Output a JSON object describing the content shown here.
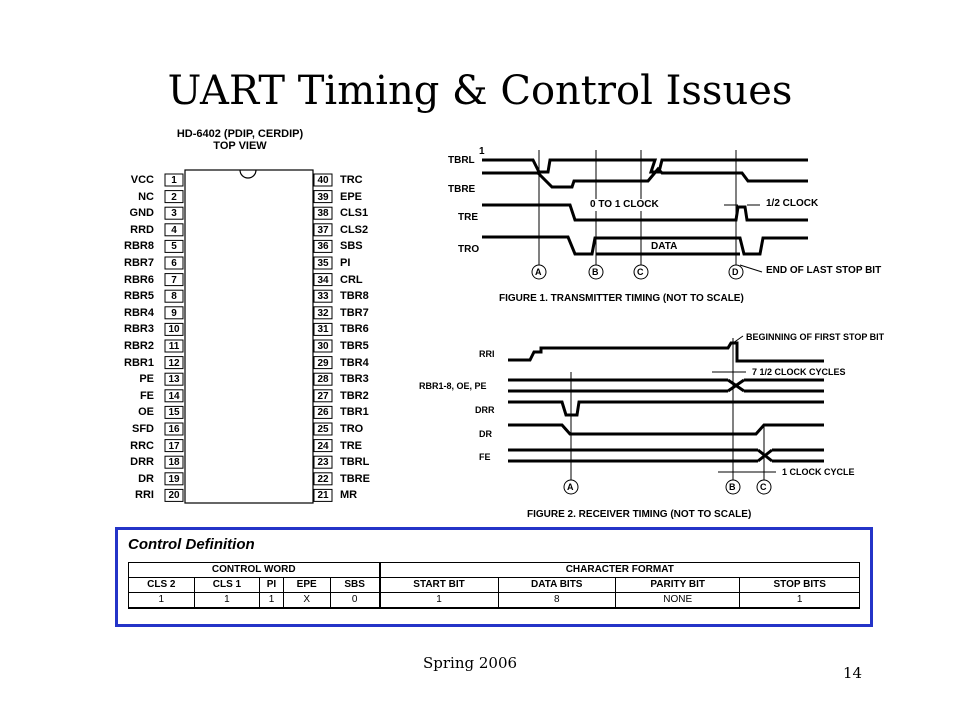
{
  "slide": {
    "title": "UART Timing & Control Issues",
    "footer": "Spring 2006",
    "page_number": "14"
  },
  "chip": {
    "header_line1": "HD-6402 (PDIP, CERDIP)",
    "header_line2": "TOP VIEW",
    "left_pins": [
      {
        "n": "1",
        "label": "VCC"
      },
      {
        "n": "2",
        "label": "NC"
      },
      {
        "n": "3",
        "label": "GND"
      },
      {
        "n": "4",
        "label": "RRD"
      },
      {
        "n": "5",
        "label": "RBR8"
      },
      {
        "n": "6",
        "label": "RBR7"
      },
      {
        "n": "7",
        "label": "RBR6"
      },
      {
        "n": "8",
        "label": "RBR5"
      },
      {
        "n": "9",
        "label": "RBR4"
      },
      {
        "n": "10",
        "label": "RBR3"
      },
      {
        "n": "11",
        "label": "RBR2"
      },
      {
        "n": "12",
        "label": "RBR1"
      },
      {
        "n": "13",
        "label": "PE"
      },
      {
        "n": "14",
        "label": "FE"
      },
      {
        "n": "15",
        "label": "OE"
      },
      {
        "n": "16",
        "label": "SFD"
      },
      {
        "n": "17",
        "label": "RRC"
      },
      {
        "n": "18",
        "label": "DRR"
      },
      {
        "n": "19",
        "label": "DR"
      },
      {
        "n": "20",
        "label": "RRI"
      }
    ],
    "right_pins": [
      {
        "n": "40",
        "label": "TRC"
      },
      {
        "n": "39",
        "label": "EPE"
      },
      {
        "n": "38",
        "label": "CLS1"
      },
      {
        "n": "37",
        "label": "CLS2"
      },
      {
        "n": "36",
        "label": "SBS"
      },
      {
        "n": "35",
        "label": "PI"
      },
      {
        "n": "34",
        "label": "CRL"
      },
      {
        "n": "33",
        "label": "TBR8"
      },
      {
        "n": "32",
        "label": "TBR7"
      },
      {
        "n": "31",
        "label": "TBR6"
      },
      {
        "n": "30",
        "label": "TBR5"
      },
      {
        "n": "29",
        "label": "TBR4"
      },
      {
        "n": "28",
        "label": "TBR3"
      },
      {
        "n": "27",
        "label": "TBR2"
      },
      {
        "n": "26",
        "label": "TBR1"
      },
      {
        "n": "25",
        "label": "TRO"
      },
      {
        "n": "24",
        "label": "TRE"
      },
      {
        "n": "23",
        "label": "TBRL"
      },
      {
        "n": "22",
        "label": "TBRE"
      },
      {
        "n": "21",
        "label": "MR"
      }
    ]
  },
  "tx": {
    "signals": [
      "TBRL",
      "TBRE",
      "TRE",
      "TRO"
    ],
    "one_label": "1",
    "ann_0to1": "0 TO 1 CLOCK",
    "ann_half": "1/2 CLOCK",
    "data_label": "DATA",
    "end_label": "END OF LAST STOP BIT",
    "markers": [
      "A",
      "B",
      "C",
      "D"
    ],
    "caption": "FIGURE 1.  TRANSMITTER TIMING (NOT TO SCALE)"
  },
  "rx": {
    "signals": [
      "RRI",
      "RBR1-8, OE, PE",
      "DRR",
      "DR",
      "FE"
    ],
    "ann_begin": "BEGINNING OF FIRST STOP BIT",
    "ann_cycles": "7 1/2 CLOCK CYCLES",
    "ann_one": "1 CLOCK CYCLE",
    "markers": [
      "A",
      "B",
      "C"
    ],
    "caption": "FIGURE 2.  RECEIVER TIMING (NOT TO SCALE)"
  },
  "control": {
    "title": "Control Definition",
    "group1": "CONTROL WORD",
    "group2": "CHARACTER FORMAT",
    "headers": [
      "CLS 2",
      "CLS 1",
      "PI",
      "EPE",
      "SBS",
      "START BIT",
      "DATA BITS",
      "PARITY BIT",
      "STOP BITS"
    ],
    "values": [
      "1",
      "1",
      "1",
      "X",
      "0",
      "1",
      "8",
      "NONE",
      "1"
    ]
  }
}
